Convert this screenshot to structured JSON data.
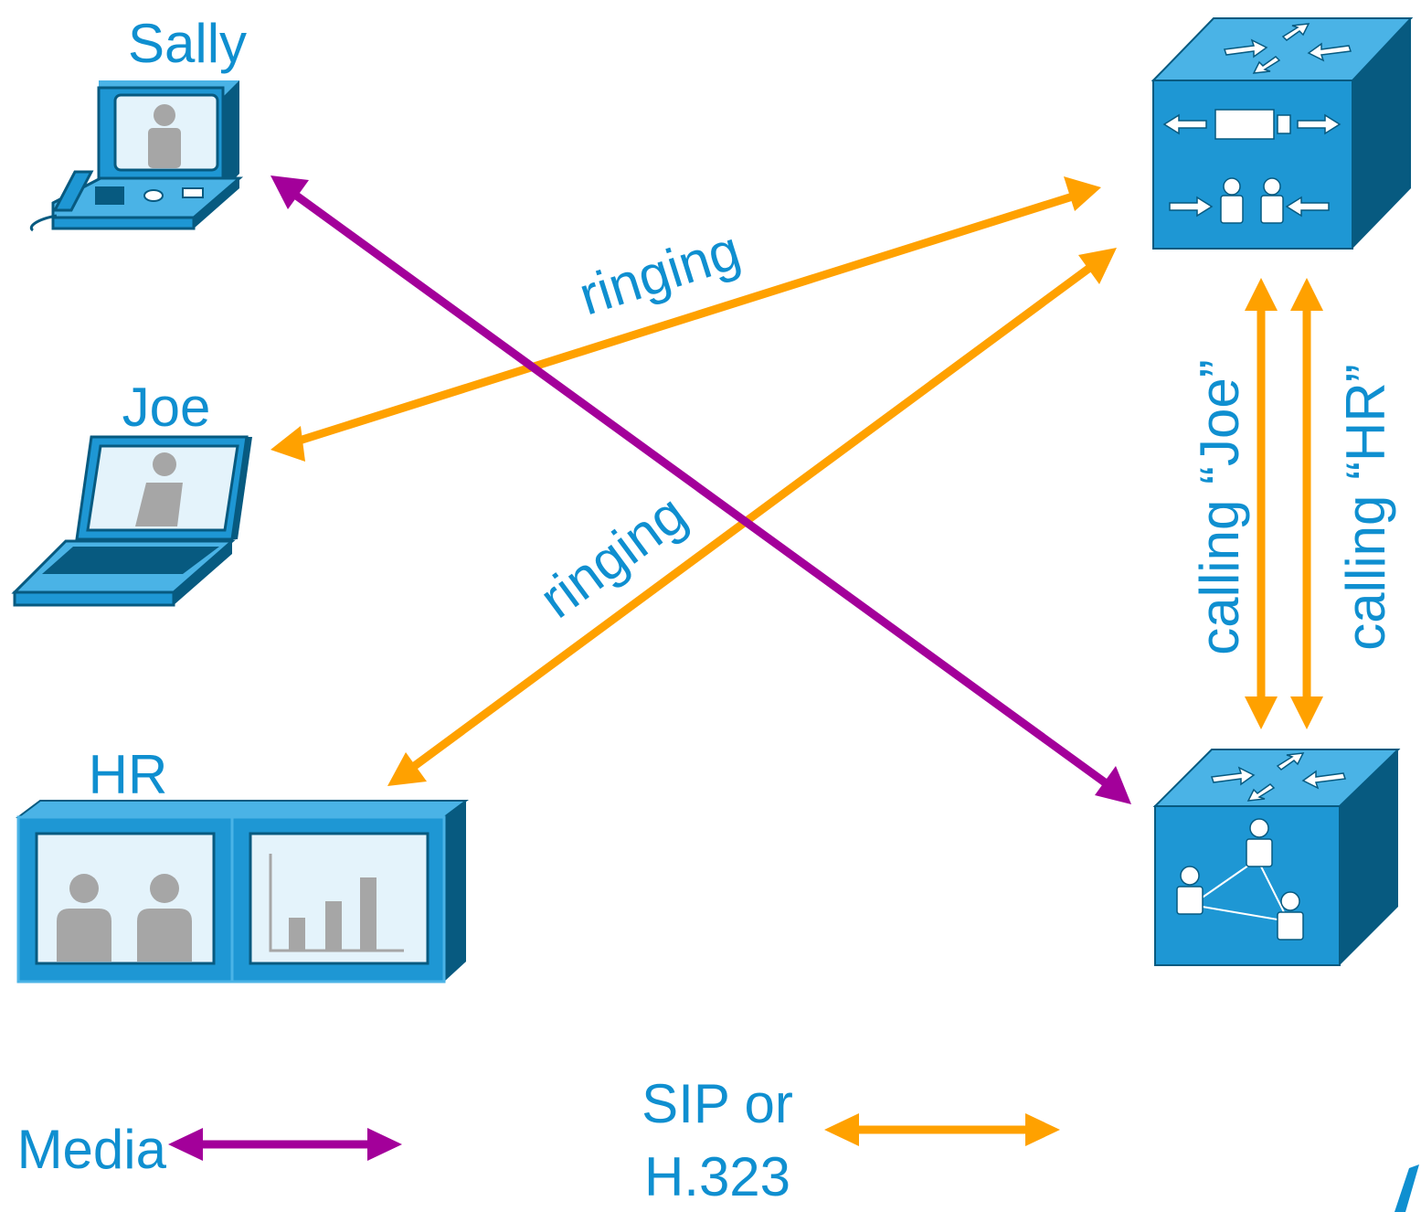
{
  "colors": {
    "label": "#0f8fd0",
    "device_light": "#4ab3e6",
    "device_mid": "#1e97d4",
    "device_dark": "#075a80",
    "signaling": "#ffa100",
    "media": "#a3009a",
    "person": "#a6a6a6"
  },
  "nodes": {
    "sally": {
      "label": "Sally",
      "icon": "video-phone-icon"
    },
    "joe": {
      "label": "Joe",
      "icon": "laptop-video-icon"
    },
    "hr": {
      "label": "HR",
      "icon": "telepresence-room-icon"
    },
    "call_control": {
      "label": "",
      "icon": "call-control-server-icon"
    },
    "conference_bridge": {
      "label": "",
      "icon": "conference-bridge-icon"
    }
  },
  "links": {
    "ringing_joe": "ringing",
    "ringing_hr": "ringing",
    "calling_joe": "calling “Joe”",
    "calling_hr": "calling “HR”"
  },
  "legend": {
    "media": "Media",
    "signaling_line1": "SIP or",
    "signaling_line2": "H.323"
  }
}
